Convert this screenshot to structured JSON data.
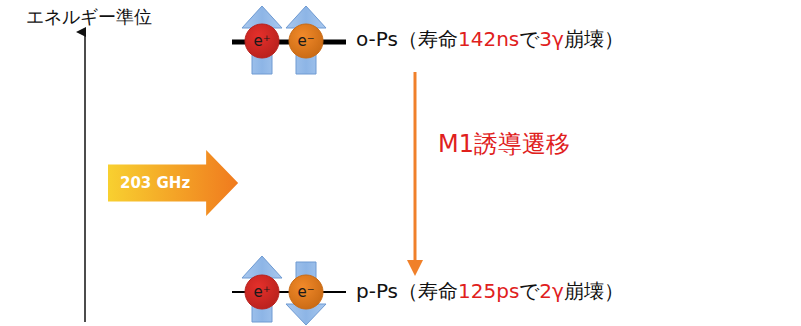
{
  "diagram": {
    "nodes": [
      {
        "text": [
          "e⁺"
        ]
      },
      {
        "text": [
          "e⁻"
        ]
      },
      {
        "text": [
          "203 GHz"
        ]
      },
      {
        "text": [
          "e⁺"
        ]
      },
      {
        "text": [
          "e⁻"
        ]
      }
    ],
    "labels": [
      "エネルギー準位",
      "o-Ps（寿命",
      "142ns",
      "で",
      "3γ",
      "崩壊）",
      "M1誘導遷移",
      "p-Ps（寿命",
      "125ps",
      "で",
      "2γ",
      "崩壊）"
    ]
  }
}
